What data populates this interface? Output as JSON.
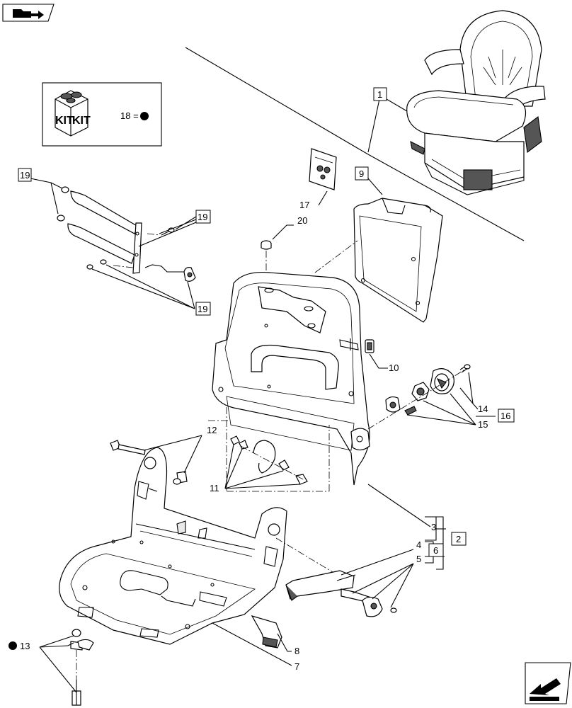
{
  "callouts": {
    "c1": "1",
    "c2": "2",
    "c3": "3",
    "c4": "4",
    "c5": "5",
    "c6": "6",
    "c7": "7",
    "c8": "8",
    "c9": "9",
    "c10": "10",
    "c11": "11",
    "c12": "12",
    "c13": "13",
    "c14": "14",
    "c15": "15",
    "c16": "16",
    "c17": "17",
    "c19a": "19",
    "c19b": "19",
    "c19c": "19",
    "c20": "20"
  },
  "kit": {
    "label_left": "KIT",
    "label_right": "KIT",
    "legend": "18 ="
  },
  "icons": {
    "top_left": "folder-arrow-icon",
    "bottom_right": "navigate-arrow-icon",
    "bullet": "filled-dot-icon"
  },
  "colors": {
    "line": "#000000",
    "background": "#ffffff"
  }
}
